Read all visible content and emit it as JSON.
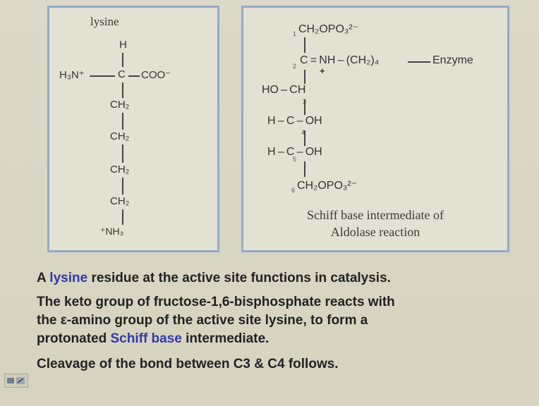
{
  "lysine": {
    "title": "lysine",
    "h_top": "H",
    "amino": "H₃N⁺",
    "carbon": "C",
    "carboxylate": "COO⁻",
    "chain": [
      "CH₂",
      "CH₂",
      "CH₂",
      "CH₂"
    ],
    "terminal": "⁺NH₃"
  },
  "schiff": {
    "c1": "CH₂OPO₃²⁻",
    "c2_group": "C = NH – (CH₂)₄",
    "plus": "+",
    "enzyme": "Enzyme",
    "c3": "HO – CH",
    "c4": "H – C – OH",
    "c5": "H – C – OH",
    "c6": "CH₂OPO₃²⁻",
    "numbers": [
      "1",
      "2",
      "3",
      "4",
      "5",
      "6"
    ],
    "caption_line1": "Schiff base intermediate of",
    "caption_line2": "Aldolase reaction"
  },
  "text": {
    "line1_pre": "A ",
    "line1_hl": "lysine",
    "line1_post": " residue at the active site functions in catalysis.",
    "line2": "The keto group of fructose-1,6-bisphosphate reacts with",
    "line3": "the ε-amino group of the active site lysine, to form a",
    "line4_pre": "protonated ",
    "line4_hl": "Schiff base",
    "line4_post": " intermediate.",
    "line5": "Cleavage of the bond between C3 & C4 follows."
  },
  "colors": {
    "panel_border": "#93aac8",
    "highlight": "#2f3aa8",
    "background": "#d9d6c4"
  }
}
